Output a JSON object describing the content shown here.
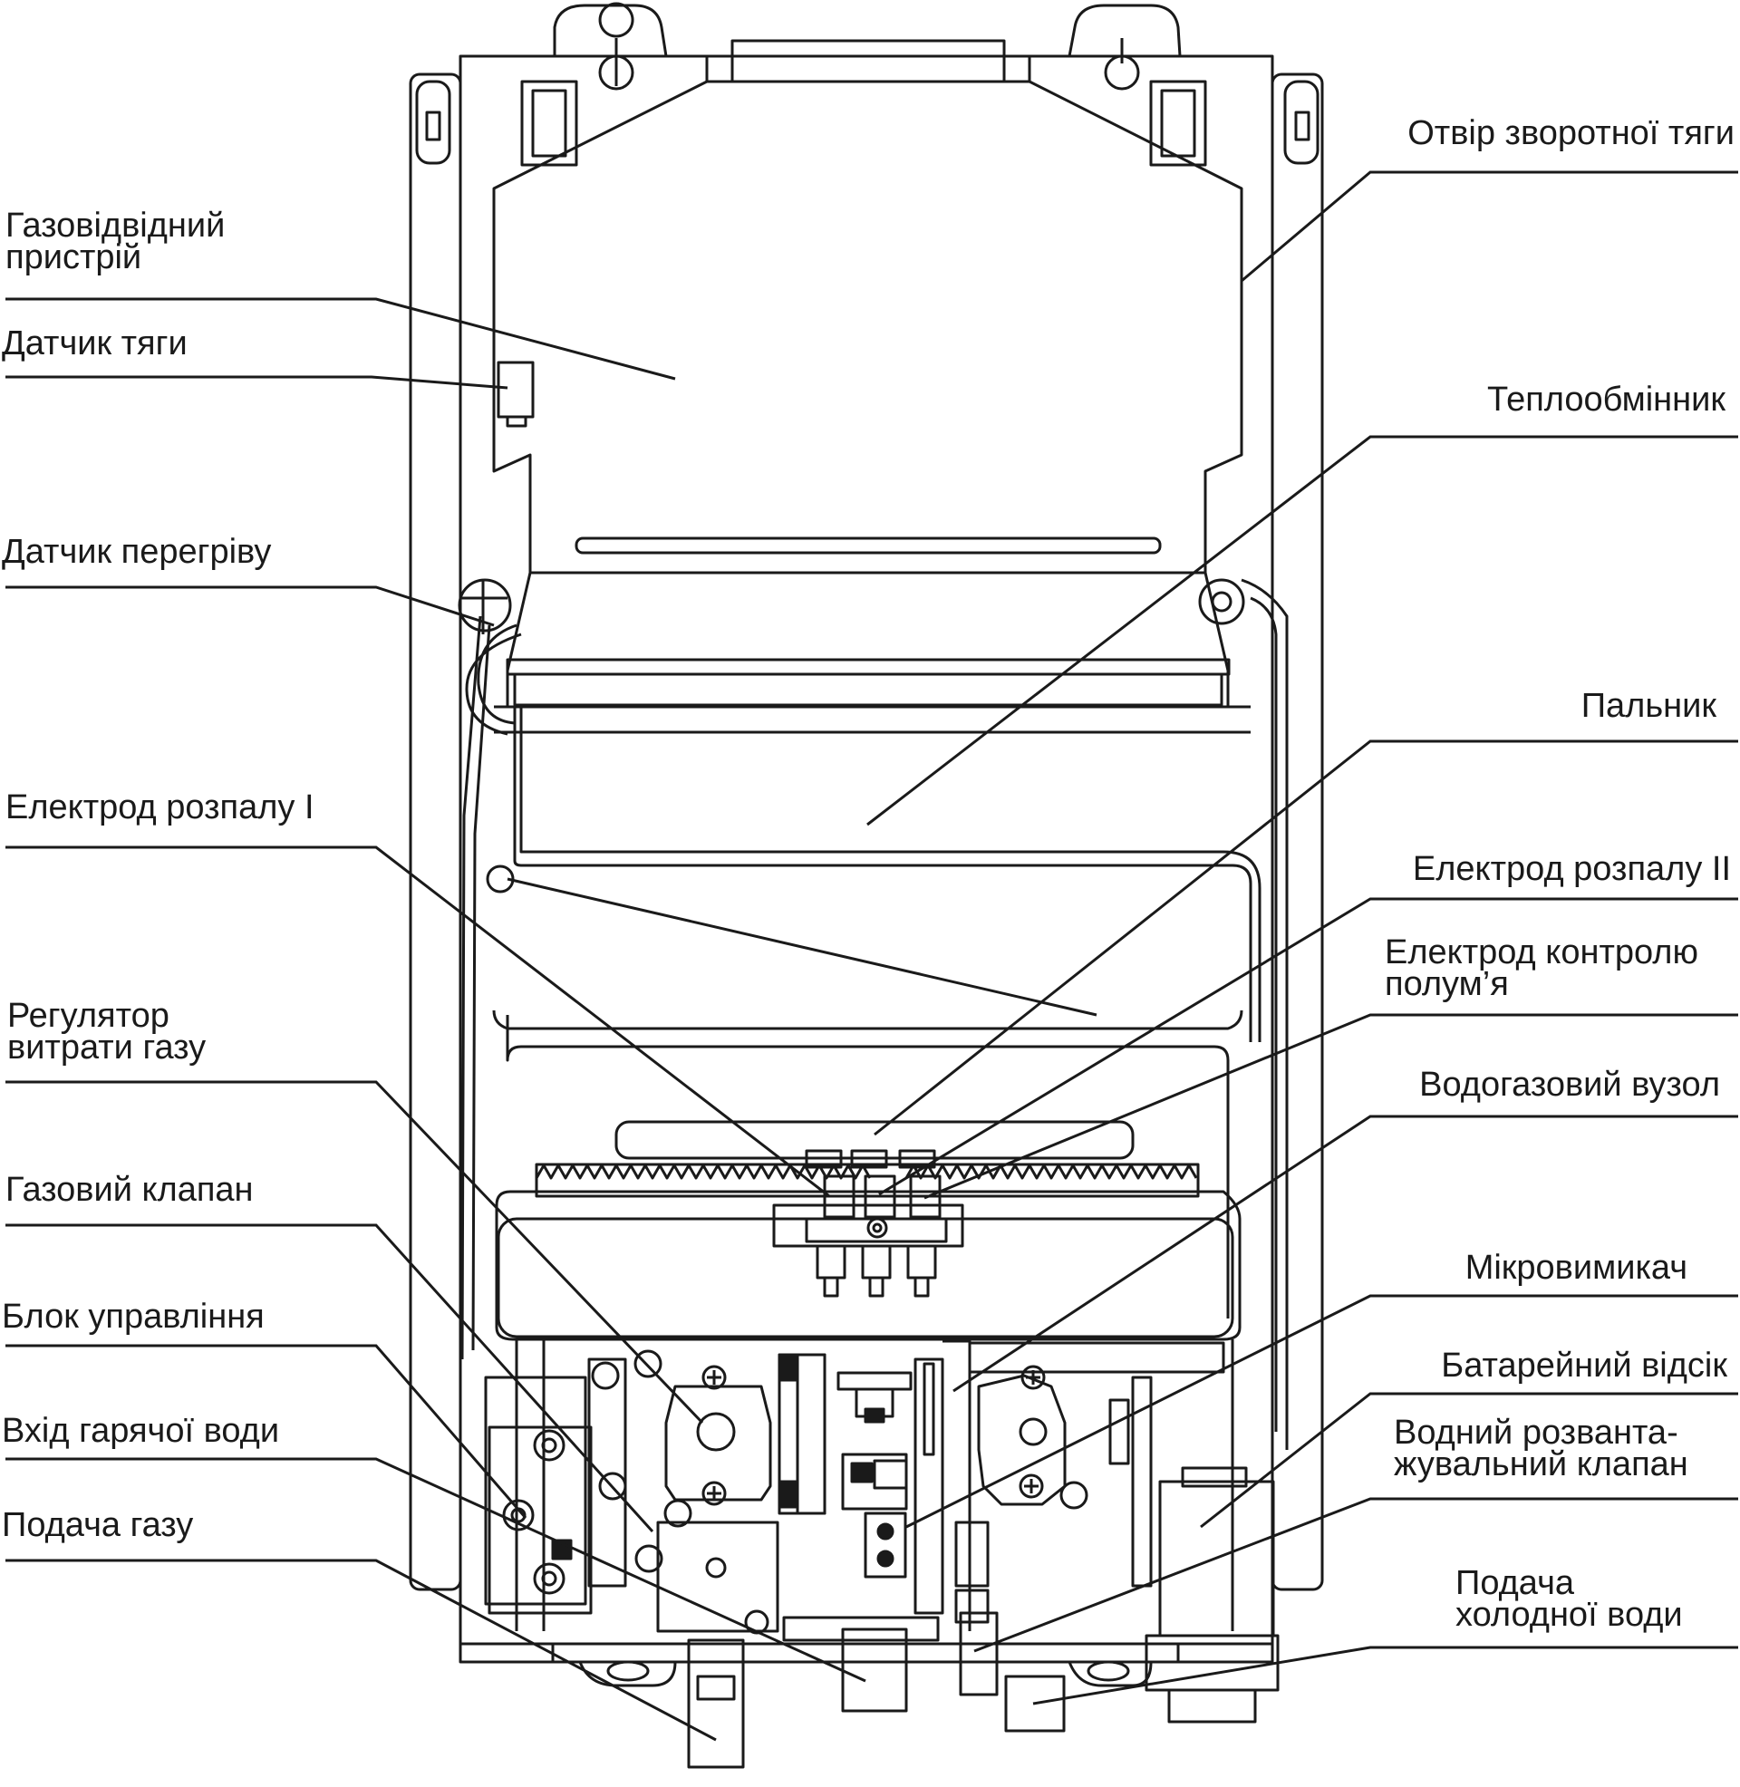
{
  "labels": {
    "gas_outlet": "Газовідвідний\nпристрій",
    "draft_sensor": "Датчик тяги",
    "overheat_sensor": "Датчик перегріву",
    "ignition_electrode_1": "Електрод розпалу І",
    "gas_flow_regulator": "Регулятор\nвитрати газу",
    "gas_valve": "Газовий клапан",
    "control_unit": "Блок управління",
    "hot_water_outlet": "Вхід гарячої води",
    "gas_supply": "Подача газу",
    "reverse_draft_hole": "Отвір зворотної тяги",
    "heat_exchanger": "Теплообмінник",
    "burner": "Пальник",
    "ignition_electrode_2": "Електрод розпалу ІІ",
    "flame_control_electrode": "Електрод контролю\nполум’я",
    "water_gas_unit": "Водогазовий вузол",
    "microswitch": "Мікровимикач",
    "battery_compartment": "Батарейний відсік",
    "relief_valve": "Водний розванта-\nжувальний клапан",
    "cold_water_supply": "Подача\nхолодної води"
  }
}
